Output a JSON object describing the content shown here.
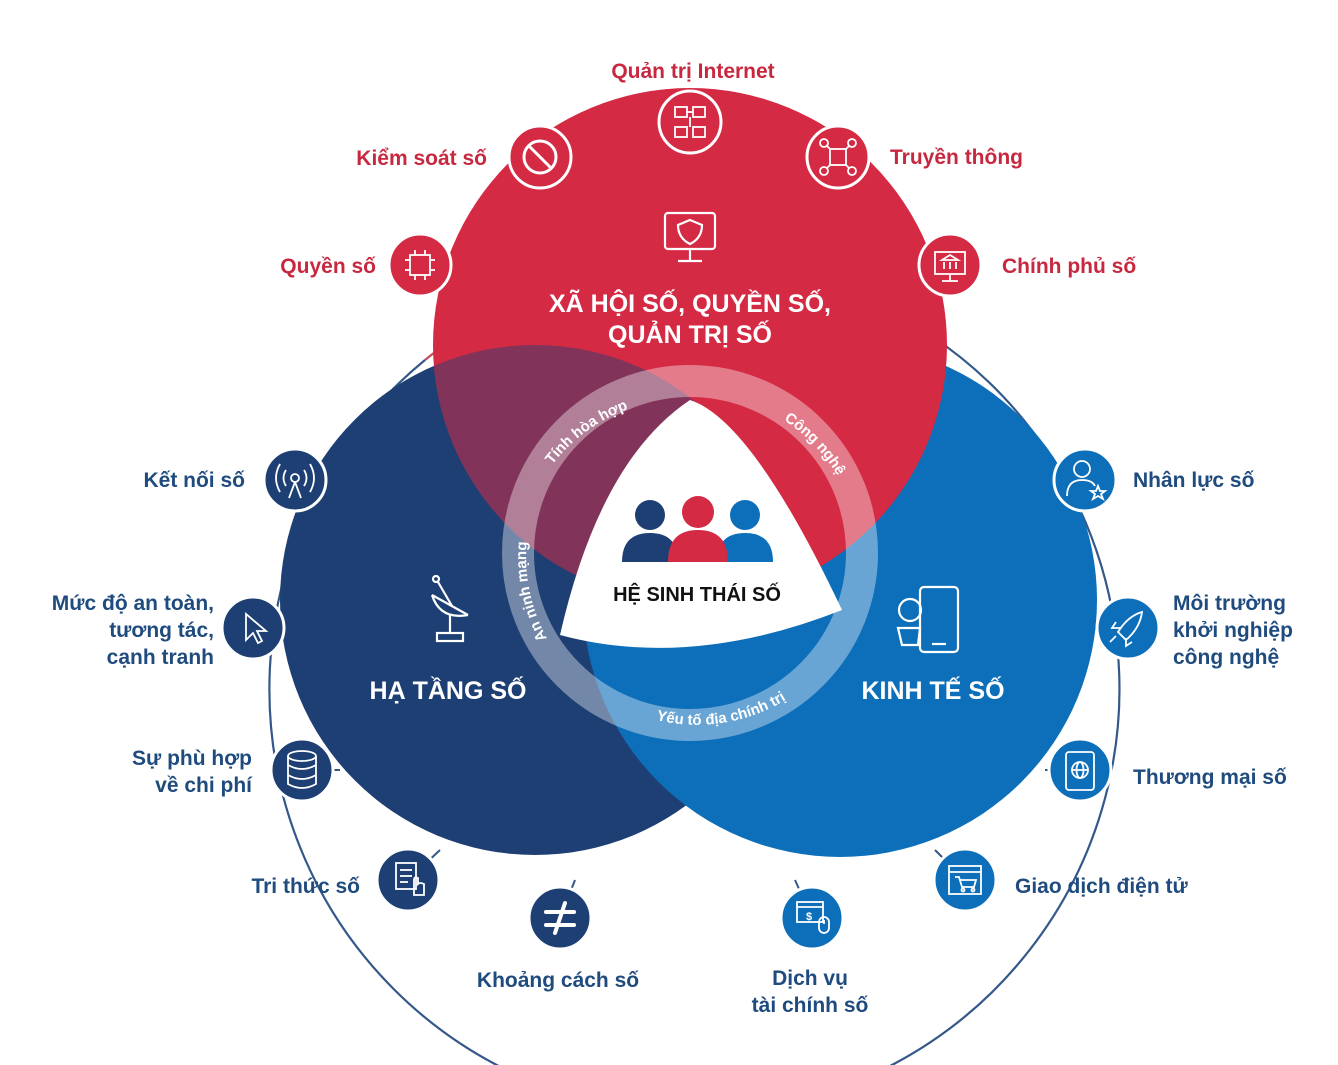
{
  "colors": {
    "red": "#d42a44",
    "red_text": "#c8283f",
    "navy": "#1d3f73",
    "blue": "#0d6fba",
    "outer_ring_red": "#c94a5c",
    "outer_ring_blue": "#34588a"
  },
  "center": {
    "title": "HỆ SINH THÁI SỐ",
    "icon": "people-group-icon"
  },
  "circles": {
    "top": {
      "title": "XÃ HỘI SỐ, QUYỀN SỐ,\nQUẢN TRỊ SỐ",
      "icon": "monitor-shield-icon"
    },
    "left": {
      "title": "HẠ TẦNG SỐ",
      "icon": "satellite-dish-icon"
    },
    "right": {
      "title": "KINH TẾ SỐ",
      "icon": "mobile-commerce-icon"
    }
  },
  "inner_ring": {
    "tinh_hoa_hop": "Tính hòa hợp",
    "cong_nghe": "Công nghệ",
    "an_ninh_mang": "An ninh mạng",
    "yeu_to_dia_chinh_tri": "Yếu tố địa chính trị"
  },
  "nodes": {
    "quan_tri_internet": {
      "label": "Quản trị Internet",
      "icon": "network-nodes-icon"
    },
    "truyen_thong": {
      "label": "Truyền thông",
      "icon": "media-network-icon"
    },
    "kiem_soat_so": {
      "label": "Kiểm soát số",
      "icon": "prohibited-icon"
    },
    "chinh_phu_so": {
      "label": "Chính phủ số",
      "icon": "government-screen-icon"
    },
    "quyen_so": {
      "label": "Quyền số",
      "icon": "circuit-chip-icon"
    },
    "ket_noi_so": {
      "label": "Kết nối số",
      "icon": "antenna-icon"
    },
    "nhan_luc_so": {
      "label": "Nhân lực số",
      "icon": "user-star-icon"
    },
    "muc_do_an_toan": {
      "label": "Mức độ an toàn,\ntương tác,\ncạnh tranh",
      "icon": "cursor-icon"
    },
    "moi_truong_khoi_nghiep": {
      "label": "Môi trường\nkhởi nghiệp\ncông nghệ",
      "icon": "rocket-icon"
    },
    "su_phu_hop": {
      "label": "Sự phù hợp\nvề chi phí",
      "icon": "coins-stack-icon"
    },
    "thuong_mai_so": {
      "label": "Thương mại số",
      "icon": "tablet-globe-icon"
    },
    "tri_thuc_so": {
      "label": "Tri thức số",
      "icon": "document-touch-icon"
    },
    "giao_dich_dien_tu": {
      "label": "Giao dịch điện tử",
      "icon": "cart-screen-icon"
    },
    "khoang_cach_so": {
      "label": "Khoảng cách số",
      "icon": "not-equal-icon"
    },
    "dich_vu_tai_chinh": {
      "label": "Dịch vụ\ntài chính số",
      "icon": "finance-screen-icon"
    }
  }
}
